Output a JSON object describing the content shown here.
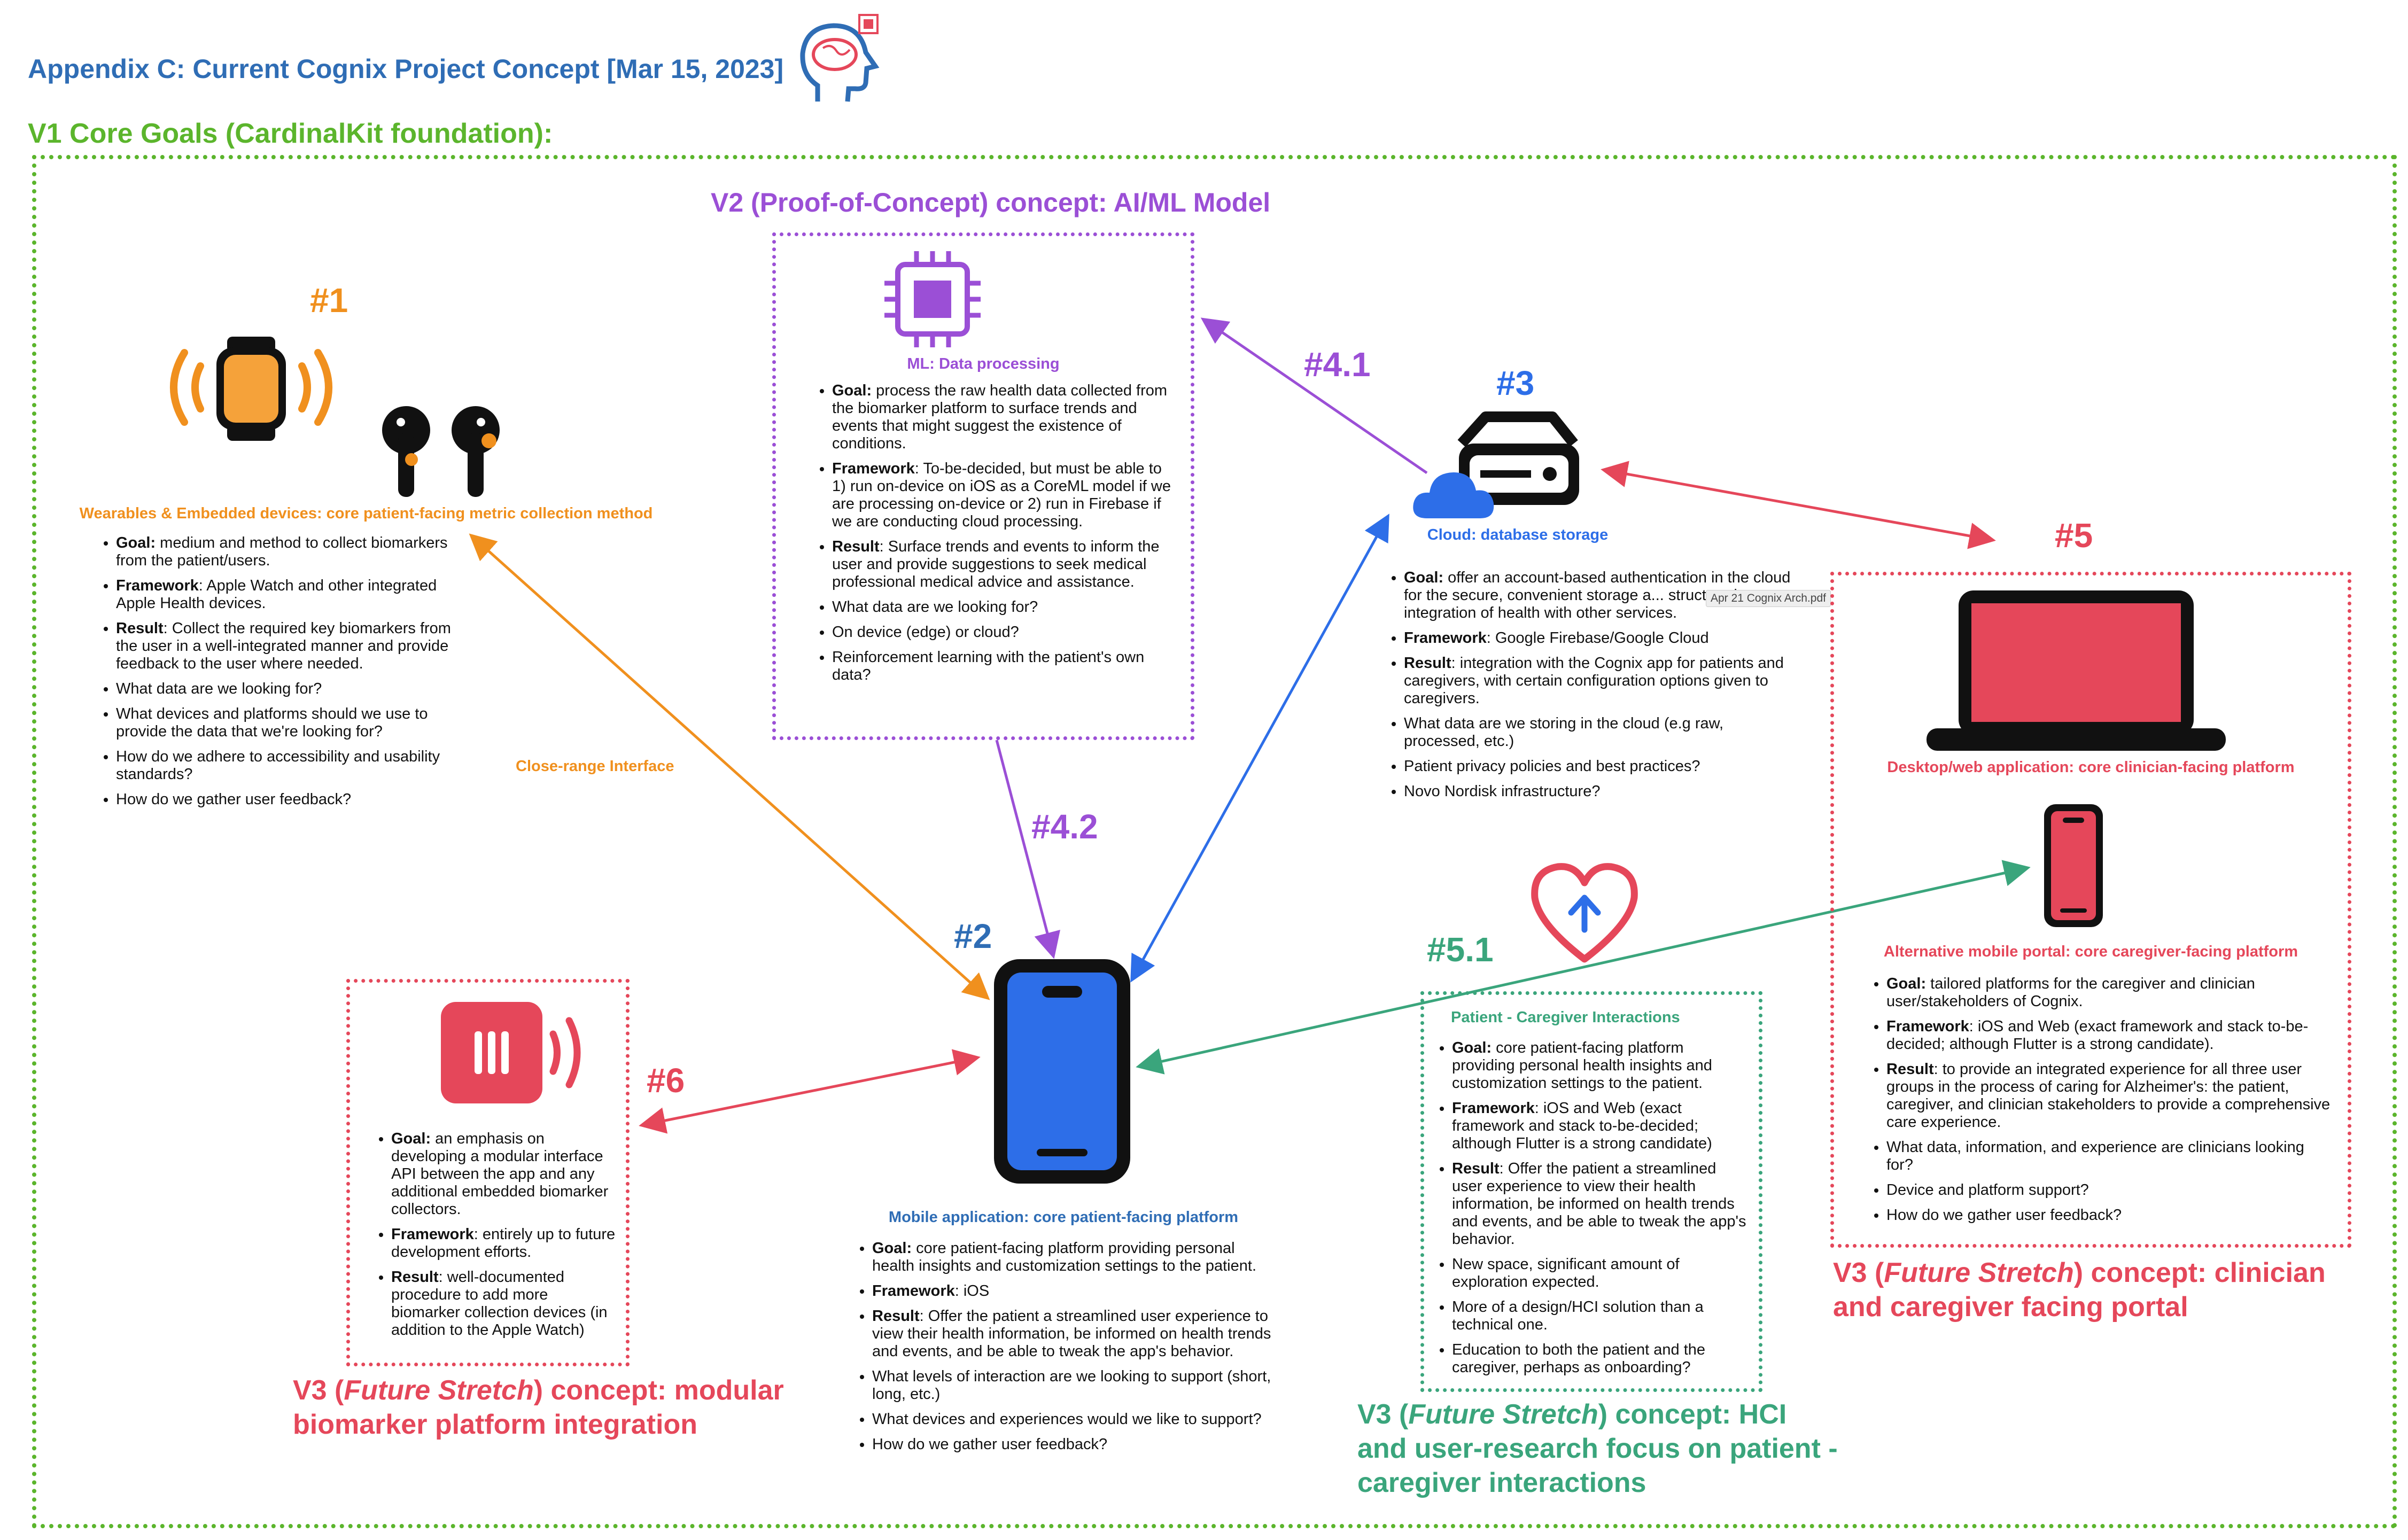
{
  "page": {
    "title": "Appendix C: Current Cognix Project Concept [Mar 15, 2023]",
    "v1_heading": "V1 Core Goals (CardinalKit foundation):",
    "v2_heading": "V2 (Proof-of-Concept) concept: AI/ML Model",
    "tooltip": "Apr 21 Cognix Arch.pdf"
  },
  "labels": {
    "n1": "#1",
    "n2": "#2",
    "n3": "#3",
    "n4_1": "#4.1",
    "n4_2": "#4.2",
    "n5": "#5",
    "n5_1": "#5.1",
    "n6": "#6",
    "close_range": "Close-range Interface"
  },
  "colors": {
    "orange": "#f0901e",
    "blue": "#2d6ee8",
    "purple": "#9b4fd6",
    "red": "#e5475a",
    "green": "#3aa57c",
    "lime": "#5bb52c",
    "title_blue": "#2f6db5"
  },
  "icons": [
    "brain-chip-icon",
    "watch-icon",
    "earbuds-icon",
    "chip-icon",
    "cloud-icon",
    "server-icon",
    "laptop-icon",
    "phone-icon",
    "heart-arrow-icon",
    "modular-device-icon"
  ],
  "n1": {
    "caption": "Wearables & Embedded devices: core patient-facing metric collection method",
    "b1_label": "Goal:",
    "b1_text": " medium and method to collect biomarkers from the patient/users.",
    "b2_label": "Framework",
    "b2_text": ": Apple Watch and other integrated Apple Health devices.",
    "b3_label": "Result",
    "b3_text": ": Collect the required key biomarkers from the user in a well-integrated manner and provide feedback to the user where needed.",
    "b4": "What data are we looking for?",
    "b5": "What devices and platforms should we use to provide the data that we're looking for?",
    "b6": "How do we adhere to accessibility and usability standards?",
    "b7": "How do we gather user feedback?"
  },
  "ml": {
    "caption": "ML: Data processing",
    "b1_label": "Goal:",
    "b1_text": " process the raw health data collected from the biomarker platform to surface trends and events that might suggest the existence of conditions.",
    "b2_label": "Framework",
    "b2_text": ": To-be-decided, but must be able to 1) run on-device on iOS as a CoreML model if we are processing on-device or 2) run in Firebase if we are conducting cloud processing.",
    "b3_label": "Result",
    "b3_text": ": Surface trends and events to inform the user and provide suggestions to seek medical professional medical advice and assistance.",
    "b4": "What data are we looking for?",
    "b5": "On device (edge) or cloud?",
    "b6": "Reinforcement learning with the patient's own data?"
  },
  "n3": {
    "caption": "Cloud: database storage",
    "b1_label": "Goal:",
    "b1_text": " offer an account-based authentication in the cloud for the secure, convenient storage a... structured integration of health with other services.",
    "b2_label": "Framework",
    "b2_text": ": Google Firebase/Google Cloud",
    "b3_label": "Result",
    "b3_text": ": integration with the Cognix app for patients and caregivers, with certain configuration options given to caregivers.",
    "b4": "What data are we storing in the cloud (e.g raw, processed, etc.)",
    "b5": "Patient privacy policies and best practices?",
    "b6": "Novo Nordisk infrastructure?"
  },
  "n5": {
    "caption_desktop": "Desktop/web application: core clinician-facing platform",
    "caption_mobile": "Alternative mobile portal: core caregiver-facing platform",
    "b1_label": "Goal:",
    "b1_text": " tailored platforms for the caregiver and clinician user/stakeholders of Cognix.",
    "b2_label": "Framework",
    "b2_text": ": iOS and Web (exact framework and stack to-be-decided; although Flutter is a strong candidate).",
    "b3_label": "Result",
    "b3_text": ": to provide an integrated experience for all three user groups in the process of caring for Alzheimer's: the patient, caregiver, and clinician stakeholders to provide a comprehensive care experience.",
    "b4": "What data, information, and experience are clinicians looking for?",
    "b5": "Device and platform support?",
    "b6": "How do we gather user feedback?",
    "v3_pre": "V3 (",
    "v3_em": "Future Stretch",
    "v3_post": ") concept: clinician and caregiver facing portal"
  },
  "n2": {
    "caption": "Mobile application: core patient-facing platform",
    "b1_label": "Goal:",
    "b1_text": " core patient-facing platform providing personal health insights and customization settings to the patient.",
    "b2_label": "Framework",
    "b2_text": ": iOS",
    "b3_label": "Result",
    "b3_text": ": Offer the patient a streamlined user experience to view their health information, be informed on health trends and events, and be able to tweak the app's behavior.",
    "b4": "What levels of interaction are we looking to support (short, long, etc.)",
    "b5": "What devices and experiences would we like to support?",
    "b6": "How do we gather user feedback?"
  },
  "n6": {
    "b1_label": "Goal:",
    "b1_text": " an emphasis on developing a modular interface API between the app and any additional embedded biomarker collectors.",
    "b2_label": "Framework",
    "b2_text": ": entirely up to future development efforts.",
    "b3_label": "Result",
    "b3_text": ": well-documented procedure to add more biomarker collection devices (in addition to the Apple Watch)",
    "v3_pre": "V3 (",
    "v3_em": "Future Stretch",
    "v3_post": ") concept: modular biomarker platform integration"
  },
  "n51": {
    "caption": "Patient - Caregiver Interactions",
    "b1_label": "Goal:",
    "b1_text": " core patient-facing platform providing personal health insights and customization settings to the patient.",
    "b2_label": "Framework",
    "b2_text": ": iOS and Web (exact framework and stack to-be-decided; although Flutter is a strong candidate)",
    "b3_label": "Result",
    "b3_text": ": Offer the patient a streamlined user experience to view their health information, be informed on health trends and events, and be able to tweak the app's behavior.",
    "b4": "New space, significant amount of exploration expected.",
    "b5": "More of a design/HCI solution than a technical one.",
    "b6": "Education to both the patient and the caregiver, perhaps as onboarding?",
    "v3_pre": "V3 (",
    "v3_em": "Future Stretch",
    "v3_post": ") concept: HCI and user-research focus on patient - caregiver interactions"
  }
}
